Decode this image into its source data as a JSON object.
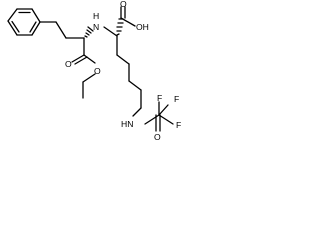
{
  "molecule": {
    "labels": {
      "amine": "H",
      "amine_n": "N",
      "acid_o": "O",
      "acid_oh": "OH",
      "ester_o_carbonyl": "O",
      "ester_o_ether": "O",
      "amide_nh": "HN",
      "amide_o": "O",
      "f1": "F",
      "f2": "F",
      "f3": "F"
    },
    "colors": {
      "bond": "#000000",
      "text": "#000000",
      "background": "#ffffff"
    }
  }
}
